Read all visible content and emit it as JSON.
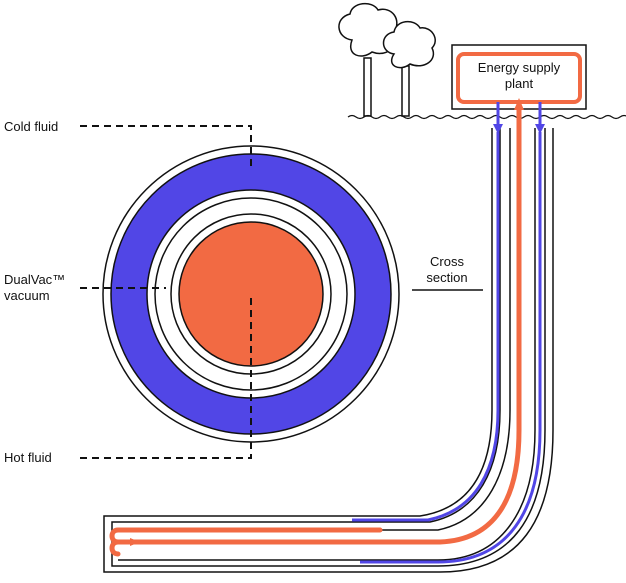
{
  "labels": {
    "cold_fluid": "Cold fluid",
    "vacuum_line1": "DualVac™",
    "vacuum_line2": "vacuum",
    "hot_fluid": "Hot fluid",
    "cross_line1": "Cross",
    "cross_line2": "section",
    "plant_line1": "Energy supply",
    "plant_line2": "plant"
  },
  "colors": {
    "cold": "#5146e6",
    "hot": "#f26a43",
    "outline": "#111111",
    "transition": "#a0508c"
  },
  "icons": [
    "tree-icon",
    "ground-line",
    "flow-arrow"
  ]
}
